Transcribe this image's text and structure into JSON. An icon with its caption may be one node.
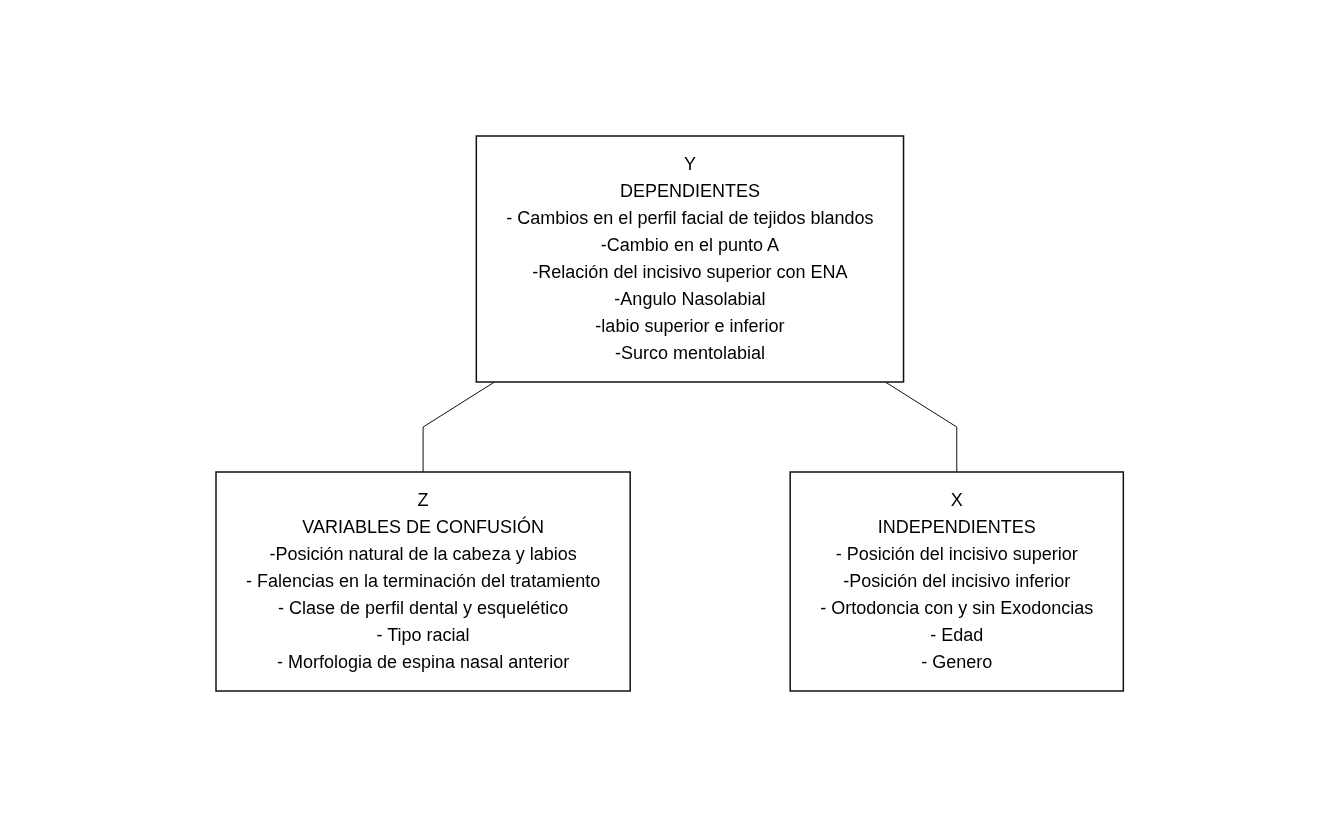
{
  "diagram": {
    "nodes": [
      {
        "text": [
          "Y",
          "DEPENDIENTES",
          "- Cambios en el perfil facial de tejidos blandos",
          "-Cambio en el punto A",
          "-Relación del incisivo superior con ENA",
          "-Angulo Nasolabial",
          "-labio superior e inferior",
          "-Surco mentolabial"
        ]
      },
      {
        "text": [
          "Z",
          "VARIABLES DE CONFUSIÓN",
          "-Posición natural de la cabeza y labios",
          "- Falencias en la terminación del tratamiento",
          "- Clase de perfil dental y esquelético",
          "- Tipo racial",
          "- Morfologia de espina nasal anterior"
        ]
      },
      {
        "text": [
          "X",
          "INDEPENDIENTES",
          "- Posición del incisivo superior",
          "-Posición del incisivo inferior",
          "- Ortodoncia con y sin Exodoncias",
          "- Edad",
          "- Genero"
        ]
      }
    ],
    "edges": [
      {
        "from": 0,
        "to": 1,
        "arrow": "none"
      },
      {
        "from": 0,
        "to": 2,
        "arrow": "none"
      }
    ]
  }
}
